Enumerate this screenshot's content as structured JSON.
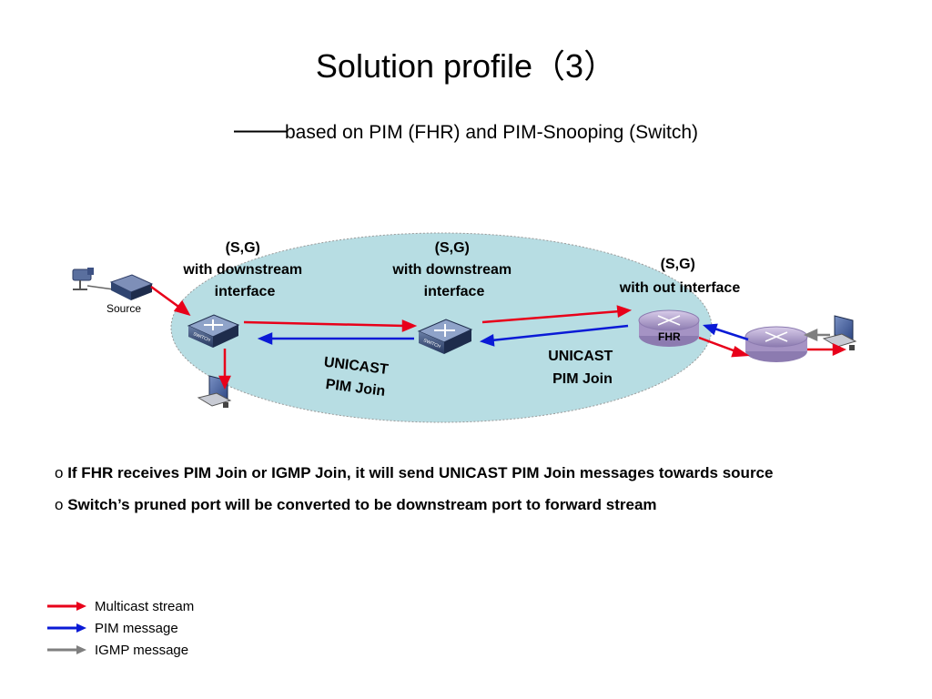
{
  "title": "Solution profile（3）",
  "subtitle": {
    "dash": "——",
    "text": "based on PIM (FHR) and PIM-Snooping (Switch)"
  },
  "diagram": {
    "nodes": {
      "source_label": "Source",
      "switch_badge": "SWITCH",
      "fhr_label": "FHR"
    },
    "annotations": {
      "switch1": [
        "(S,G)",
        "with downstream",
        "interface"
      ],
      "switch2": [
        "(S,G)",
        "with downstream",
        "interface"
      ],
      "fhr": [
        "(S,G)",
        "with out interface"
      ],
      "unicast_left": [
        "UNICAST",
        "PIM Join"
      ],
      "unicast_right": [
        "UNICAST",
        "PIM Join"
      ]
    },
    "colors": {
      "multicast": "#e8001a",
      "pim": "#0a1ad6",
      "igmp": "#7f7f7f",
      "cloud": "#b7dde3"
    }
  },
  "bullets": [
    {
      "marker": "o",
      "text": "If FHR receives PIM Join or IGMP Join, it will send UNICAST PIM Join messages towards source"
    },
    {
      "marker": "o",
      "text": "Switch’s pruned port will be converted to be downstream port to forward stream"
    }
  ],
  "legend": [
    {
      "label": "Multicast stream",
      "color_key": "multicast"
    },
    {
      "label": "PIM message",
      "color_key": "pim"
    },
    {
      "label": "IGMP message",
      "color_key": "igmp"
    }
  ]
}
